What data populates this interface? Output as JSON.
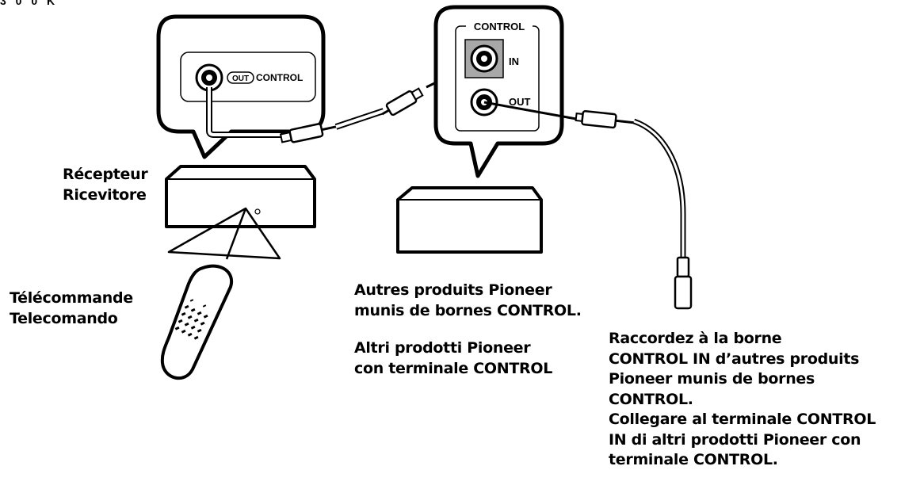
{
  "header_fragment": "3 0 0 K",
  "receiver": {
    "label_fr": "Récepteur",
    "label_it": "Ricevitore",
    "jack_out_label": "OUT",
    "jack_control_label": "CONTROL"
  },
  "remote": {
    "label_fr": "Télécommande",
    "label_it": "Telecomando"
  },
  "other_product": {
    "panel_title": "CONTROL",
    "jack_in_label": "IN",
    "jack_out_label": "OUT",
    "caption_fr_line1": "Autres produits Pioneer",
    "caption_fr_line2": "munis de bornes CONTROL.",
    "caption_it_line1": "Altri prodotti Pioneer",
    "caption_it_line2": "con terminale CONTROL"
  },
  "connect_note": {
    "line1": "Raccordez à la borne",
    "line2": "CONTROL IN d’autres produits",
    "line3": "Pioneer munis de bornes",
    "line4": "CONTROL.",
    "line5": "Collegare al terminale CONTROL",
    "line6": "IN di altri prodotti Pioneer con",
    "line7": "terminale CONTROL."
  },
  "colors": {
    "ink": "#000000",
    "in_jack_highlight": "#a8a8a8",
    "background": "#ffffff"
  }
}
